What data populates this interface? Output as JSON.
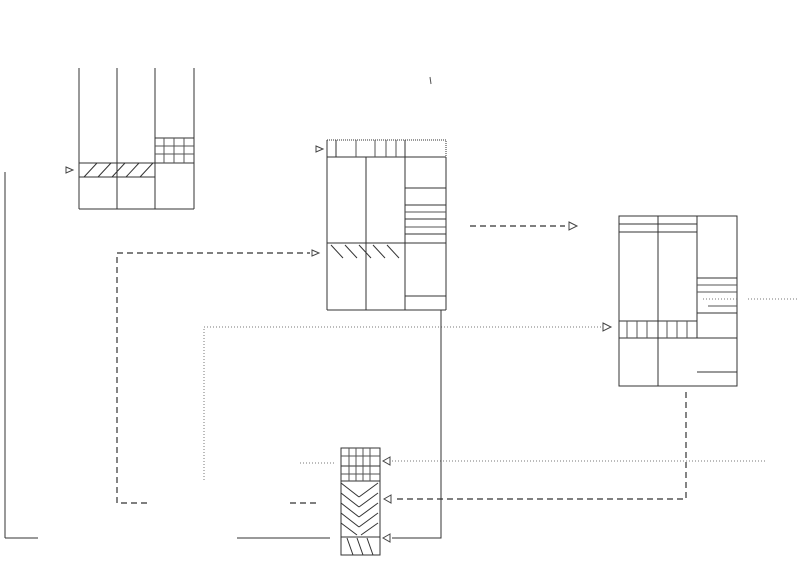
{
  "diagram": {
    "blocks": [
      {
        "id": "block-top-left"
      },
      {
        "id": "block-center"
      },
      {
        "id": "block-right"
      },
      {
        "id": "block-bottom"
      }
    ],
    "connectors": [
      {
        "id": "connector-center-to-right",
        "style": "dashed"
      },
      {
        "id": "connector-left-to-center",
        "style": "dashed"
      },
      {
        "id": "connector-dotted-to-right",
        "style": "dotted"
      },
      {
        "id": "connector-right-to-bottom",
        "style": "dashed"
      },
      {
        "id": "connector-dotted-to-bottom",
        "style": "dotted"
      },
      {
        "id": "connector-center-to-bottom",
        "style": "solid"
      }
    ],
    "colors": {
      "stroke": "#333333",
      "dotted": "#777777",
      "background": "#ffffff"
    }
  }
}
